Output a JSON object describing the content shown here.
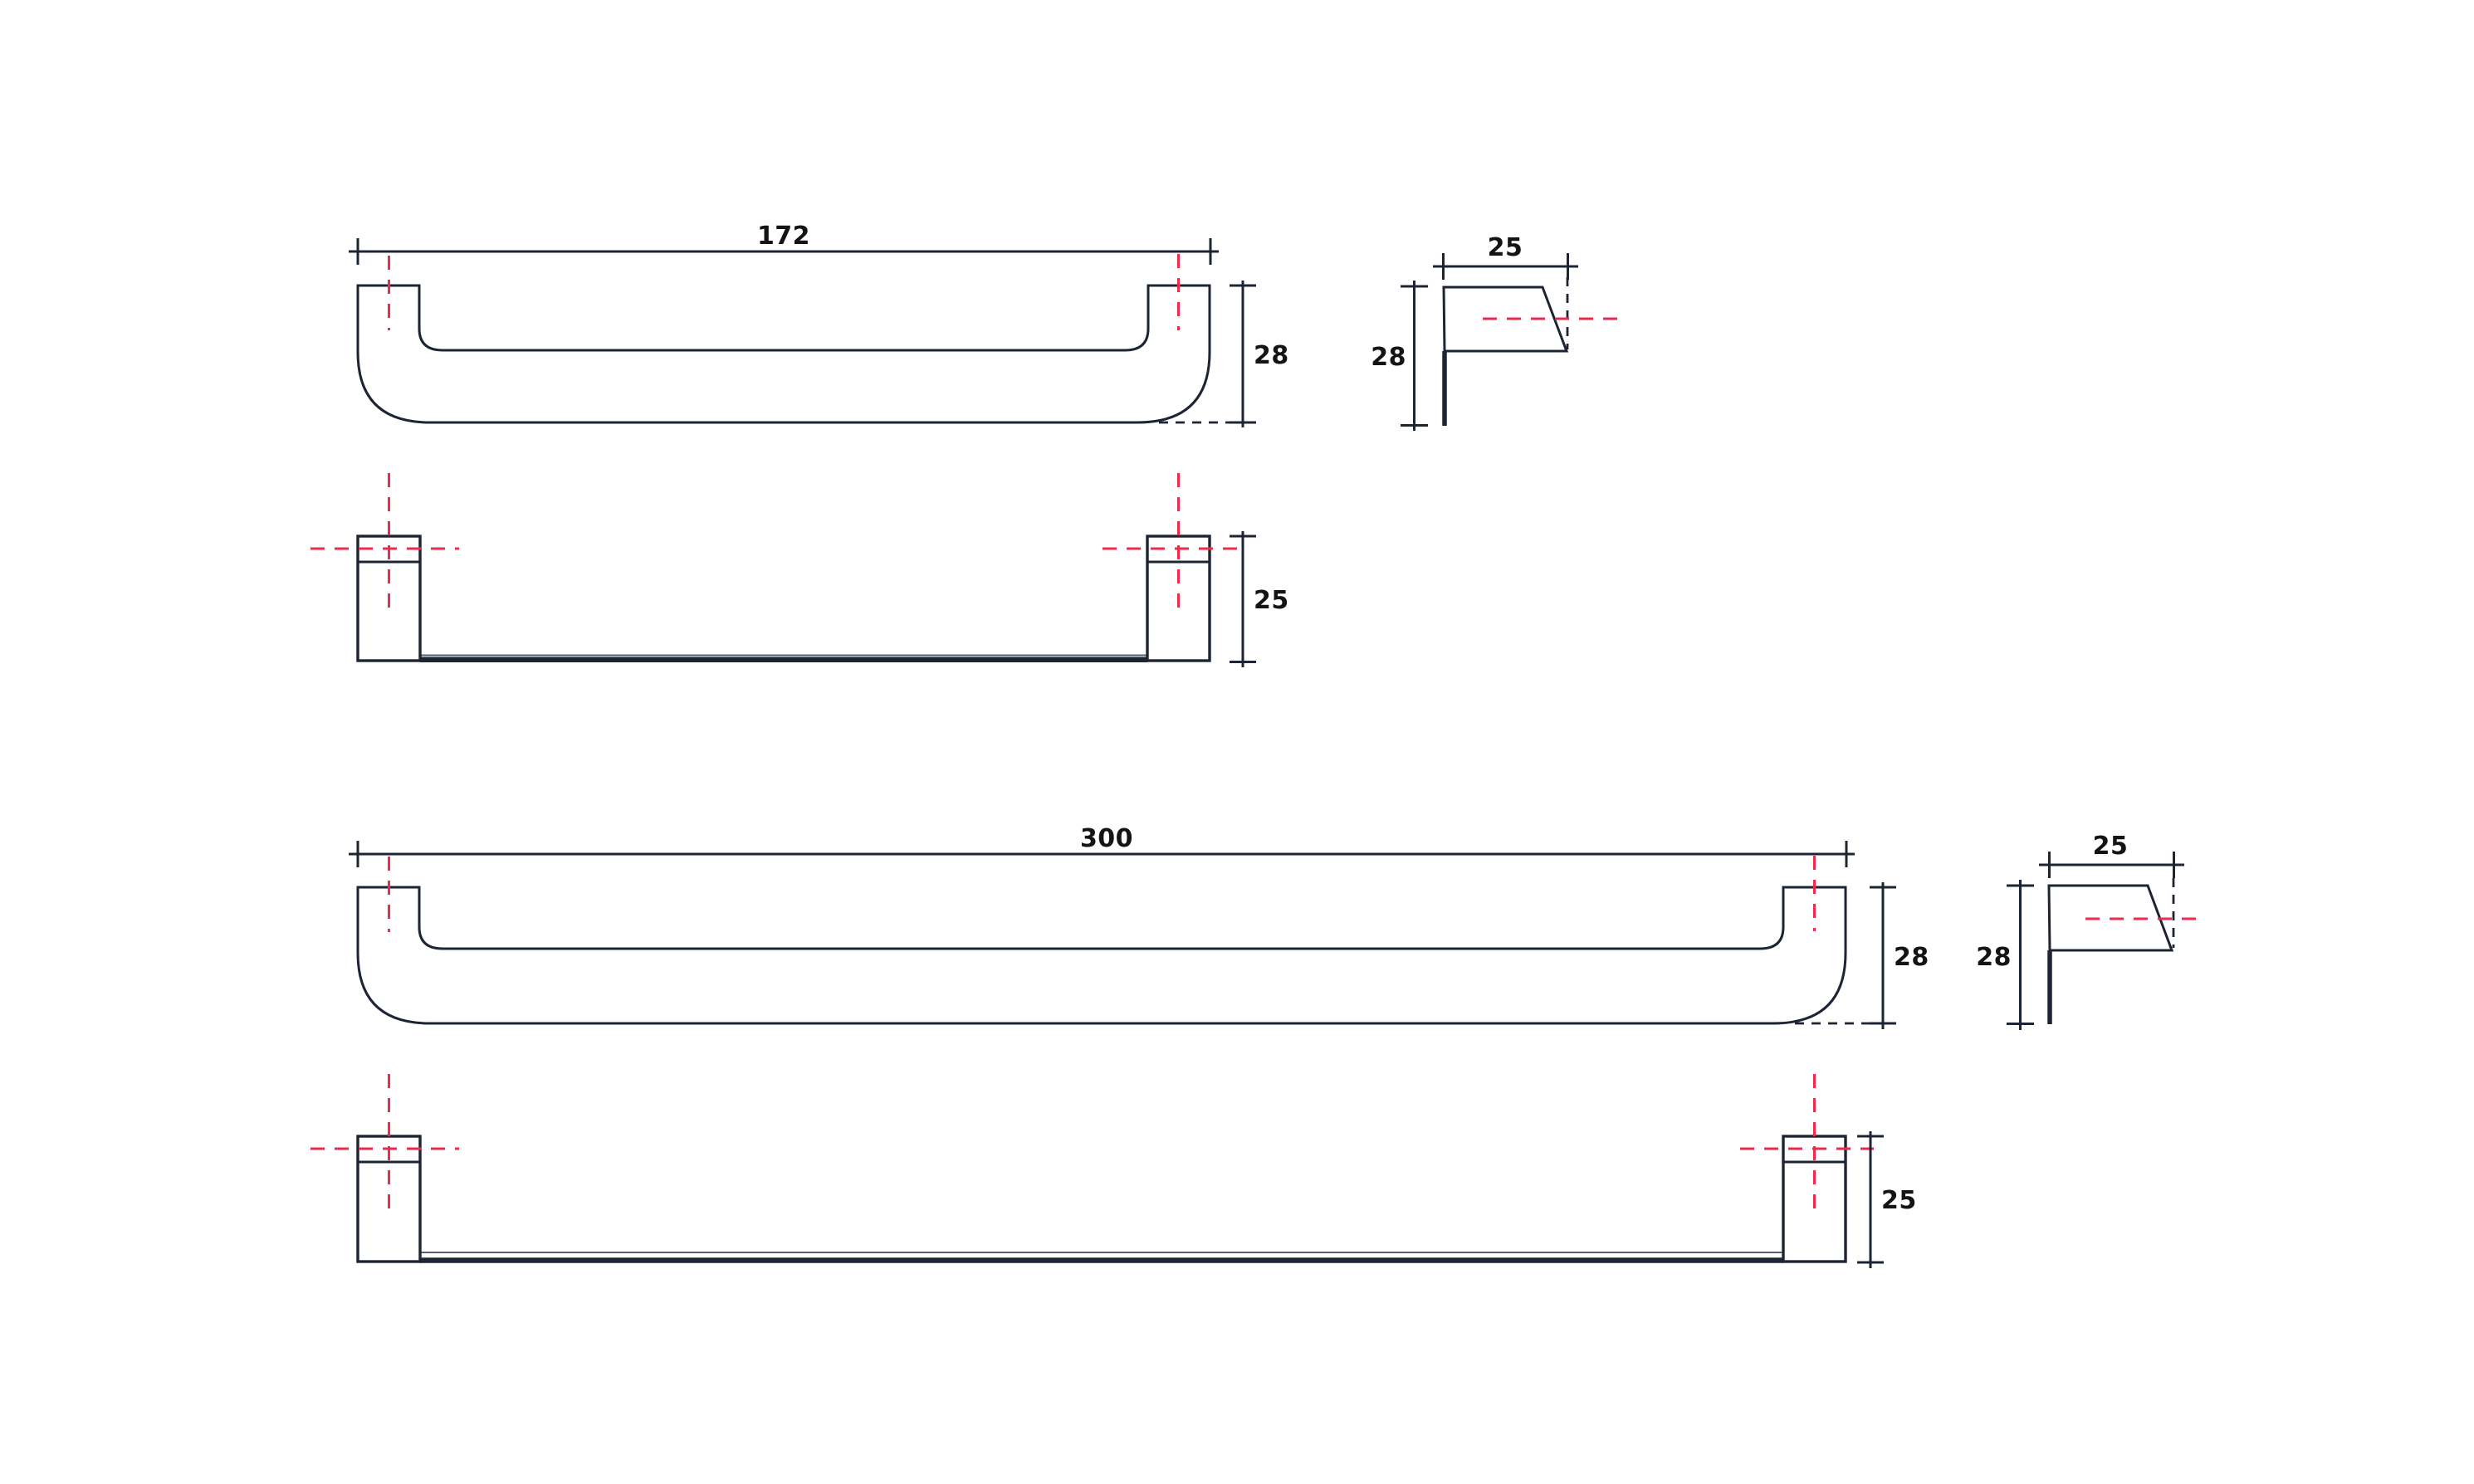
{
  "colors": {
    "line": "#1d2433",
    "centerline": "#ee2b4c",
    "text": "#141414",
    "background": "#ffffff"
  },
  "products": {
    "bar_172": {
      "front": {
        "width": "172",
        "height": "28"
      },
      "plan": {
        "depth": "25"
      },
      "section": {
        "width": "25",
        "height": "28"
      }
    },
    "bar_300": {
      "front": {
        "width": "300",
        "height": "28"
      },
      "plan": {
        "depth": "25"
      },
      "section": {
        "width": "25",
        "height": "28"
      }
    }
  }
}
